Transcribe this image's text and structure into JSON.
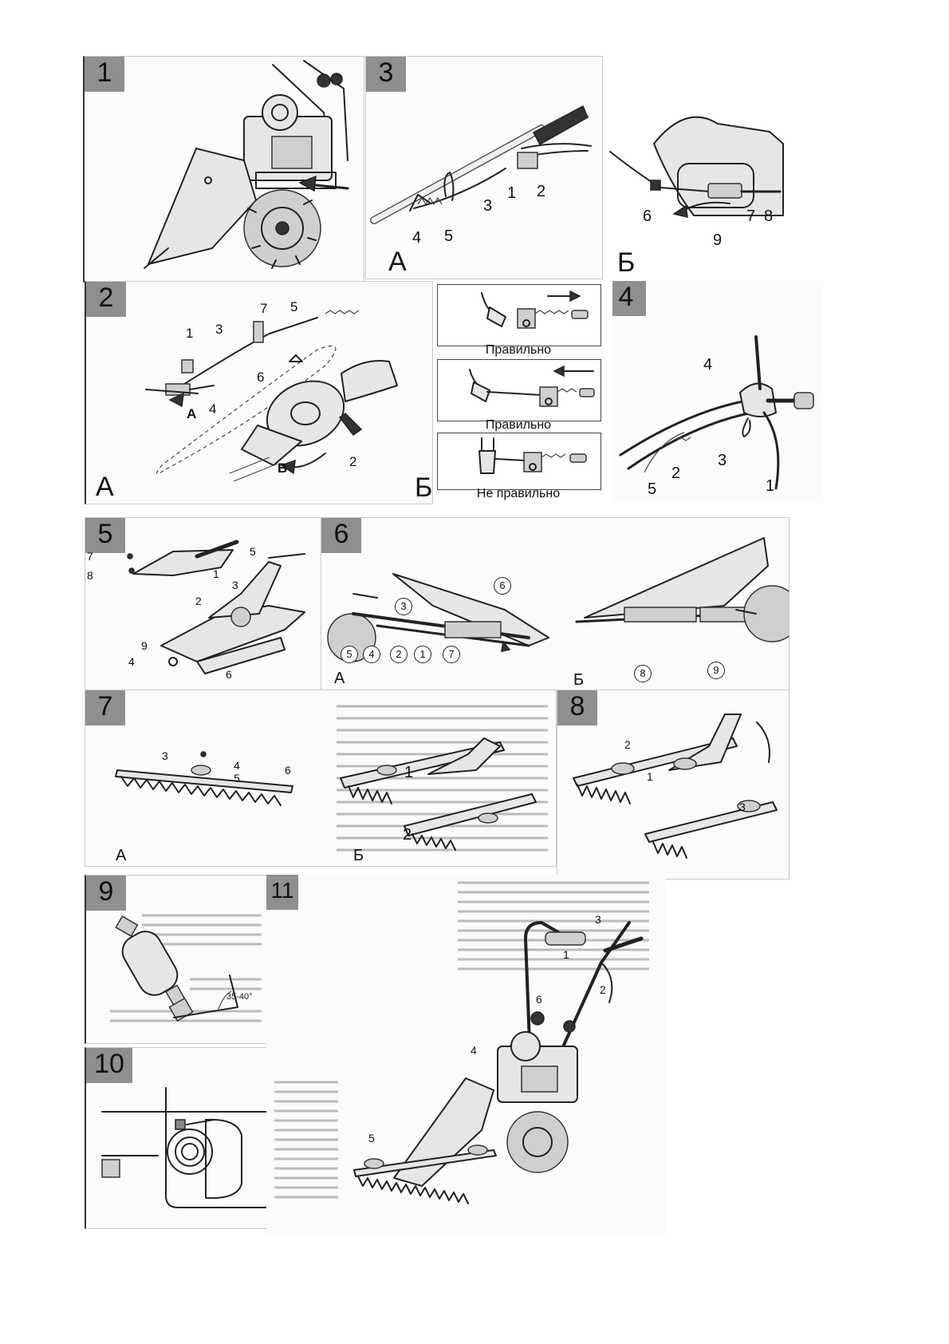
{
  "figures": {
    "f1": {
      "number": "1"
    },
    "f2": {
      "number": "2",
      "view_a": "А",
      "view_b": "Б",
      "callouts": [
        "1",
        "3",
        "7",
        "5",
        "6",
        "4",
        "2"
      ],
      "arrows": [
        "A",
        "B"
      ]
    },
    "f3": {
      "number": "3",
      "view_a": "А",
      "view_b": "Б",
      "callouts_a": [
        "1",
        "2",
        "3",
        "4",
        "5"
      ],
      "callouts_b": [
        "6",
        "7",
        "8",
        "9"
      ]
    },
    "f4": {
      "number": "4",
      "callouts": [
        "4",
        "3",
        "2",
        "5",
        "1"
      ]
    },
    "f5": {
      "number": "5",
      "callouts": [
        "7",
        "8",
        "1",
        "5",
        "3",
        "2",
        "9",
        "4",
        "6"
      ]
    },
    "f6": {
      "number": "6",
      "view_a": "А",
      "view_b": "Б",
      "callouts_a": [
        "6",
        "3",
        "5",
        "4",
        "2",
        "1",
        "7"
      ],
      "callouts_b": [
        "8",
        "9"
      ]
    },
    "f7": {
      "number": "7",
      "view_a": "А",
      "view_b": "Б",
      "callouts_a": [
        "3",
        "4",
        "5",
        "6"
      ],
      "callouts_b": [
        "1",
        "2"
      ]
    },
    "f8": {
      "number": "8",
      "callouts": [
        "2",
        "1",
        "3"
      ]
    },
    "f9": {
      "number": "9",
      "angle_label": "35-40°"
    },
    "f10": {
      "number": "10"
    },
    "f11": {
      "number": "11",
      "callouts": [
        "3",
        "1",
        "2",
        "6",
        "4",
        "5"
      ]
    }
  },
  "cable_checks": [
    {
      "label": "Правильно"
    },
    {
      "label": "Правильно"
    },
    {
      "label": "Не правильно"
    }
  ]
}
